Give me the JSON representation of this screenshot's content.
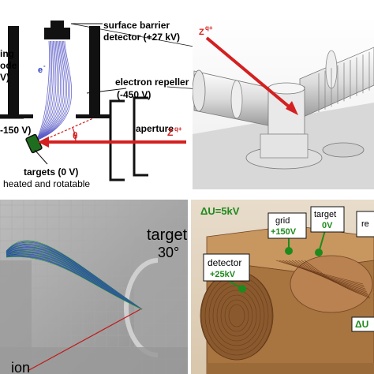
{
  "panel_a": {
    "ring_electrode_line1": "ing",
    "ring_electrode_line2": "ode",
    "ring_electrode_line3": "V)",
    "electron_symbol": "e",
    "electron_sup": "-",
    "detector_line1": "surface barrier",
    "detector_line2": "detector (+27 kV)",
    "repeller_line1": "electron repeller",
    "repeller_line2": "(-450 V)",
    "aperture": "aperture",
    "ring_voltage": "-150 V)",
    "theta": "θ",
    "ion_beam": "Z",
    "ion_beam_sup": "q+",
    "targets_line1": "targets (0 V)",
    "targets_line2": "heated and rotatable",
    "render_ion_label": "Z",
    "render_ion_sup": "q+"
  },
  "panel_b": {
    "target_label": "target",
    "angle_label": "30°",
    "ion_label": "ion"
  },
  "panel_c": {
    "delta_u": "ΔU=5kV",
    "grid_label": "grid",
    "grid_voltage": "+150V",
    "target_label": "target",
    "target_voltage": "0V",
    "re_label": "re",
    "detector_label": "detector",
    "detector_voltage": "+25kV",
    "delta_u_short": "ΔU"
  },
  "colors": {
    "ion_beam": "#d42020",
    "field_green": "#2aa02a",
    "field_blue": "#3040c0",
    "label_green": "#1e8a1e",
    "copper": "#b87a4a"
  }
}
